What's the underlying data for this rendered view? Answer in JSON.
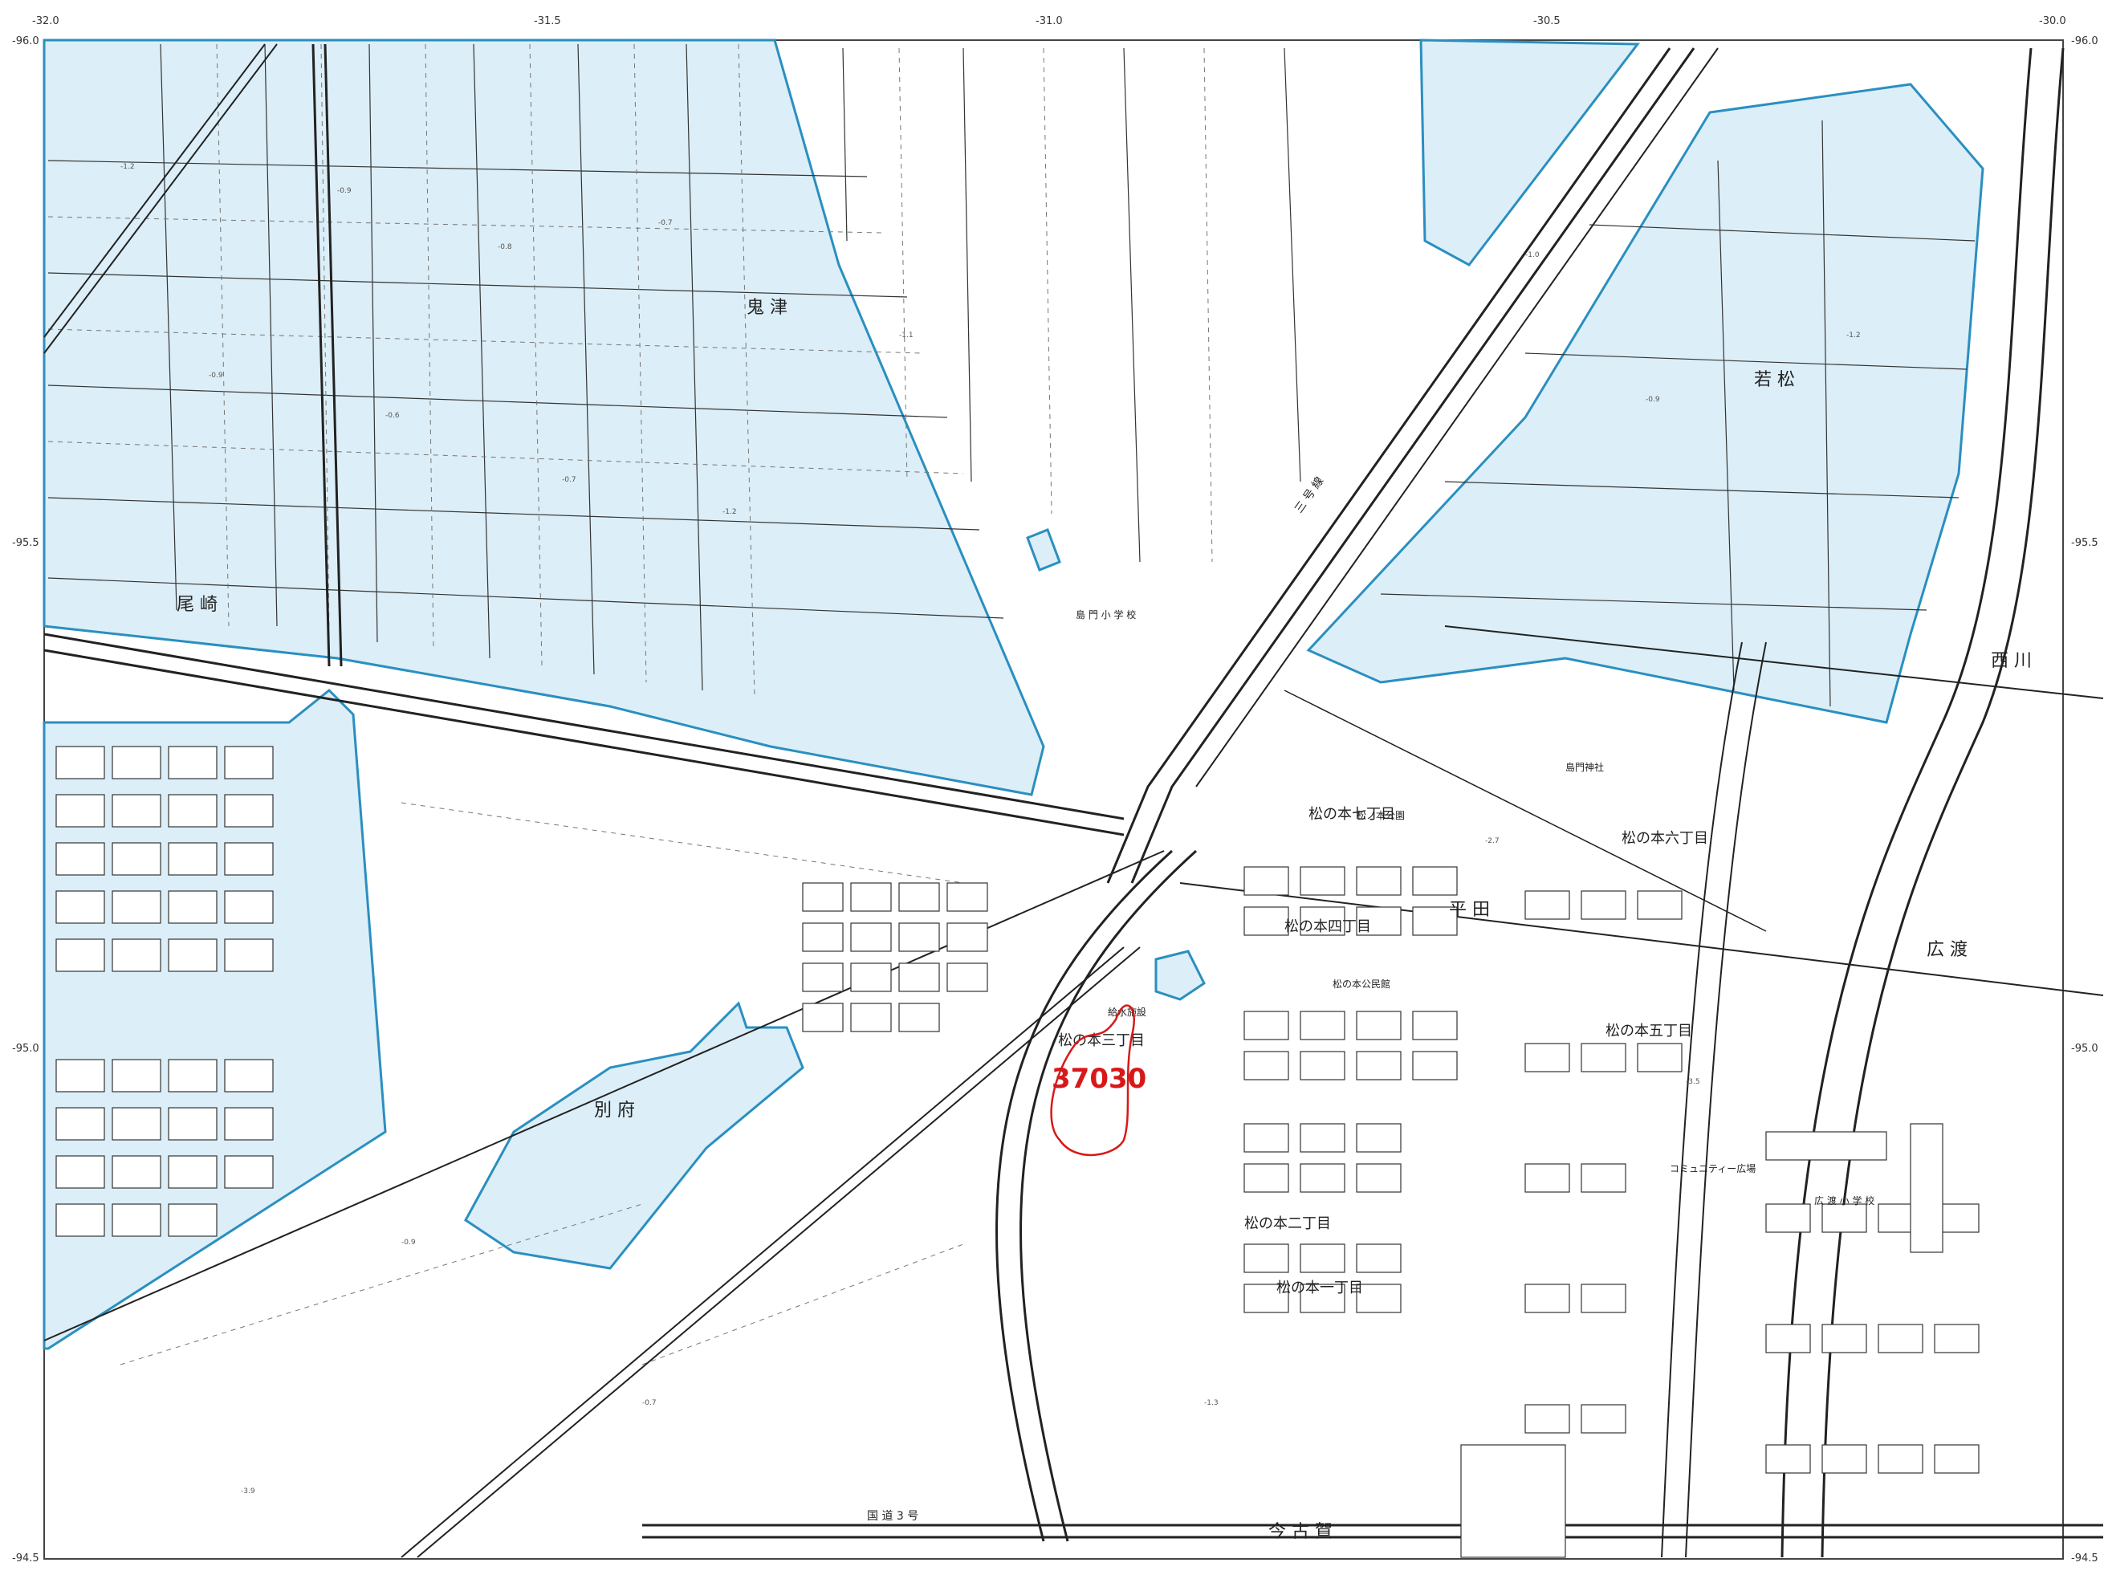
{
  "coords": {
    "top_left": "-96.0",
    "top_right": "-96.0",
    "left_mid": "-95.5",
    "right_mid": "-95.5",
    "left_low": "-95.0",
    "right_low": "-95.0",
    "bottom_left": "-94.5",
    "bottom_right": "-94.5",
    "x_left": "-32.0",
    "x_q1": "-31.5",
    "x_mid": "-31.0",
    "x_q3": "-30.5",
    "x_right": "-30.0"
  },
  "districts": {
    "onitsu": "鬼 津",
    "ozaki": "尾 崎",
    "wakamatsu": "若 松",
    "beppu": "別 府",
    "hirowatari": "広 渡",
    "imafuru": "今 古 賀",
    "heida": "平 田",
    "nishikawa": "西 川",
    "hiro": "広 渡"
  },
  "chome": {
    "matsumoto7": "松の本七丁目",
    "matsumoto6": "松の本六丁目",
    "matsumoto5": "松の本五丁目",
    "matsumoto4": "松の本四丁目",
    "matsumoto3": "松の本三丁目",
    "matsumoto2": "松の本二丁目",
    "matsumoto1": "松の本一丁目"
  },
  "facilities": {
    "shimakado_school": "島 門 小 学 校",
    "hirowatari_school": "広 渡 小 学 校",
    "matsumoto_park": "松ノ本公園",
    "matsumoto_hall": "松の本公民館",
    "kyuyokumado": "給水施設",
    "community": "コミュニティー広場",
    "shrine": "島門神社"
  },
  "roads": {
    "national3": "国 道 3 号",
    "kyoutei": "三 号 線"
  },
  "highlight": {
    "label": "37030",
    "color": "#d81818"
  },
  "colors": {
    "zone_fill": "#dceef7",
    "zone_stroke": "#2a8fc0"
  }
}
